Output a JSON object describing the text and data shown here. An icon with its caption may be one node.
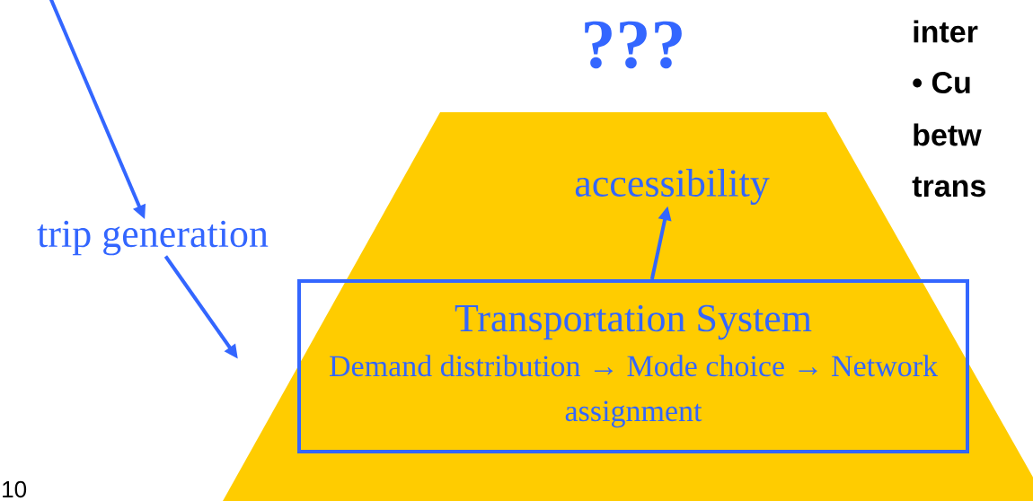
{
  "diagram": {
    "nodes": [
      {
        "text": [
          "trip generation"
        ]
      },
      {
        "text": [
          "accessibility"
        ]
      },
      {
        "text": [
          "Transportation System",
          "Demand distribution → Mode choice → Network assignment"
        ]
      }
    ],
    "edges": [
      {
        "from": null,
        "to": 0,
        "arrow": "to"
      },
      {
        "from": 0,
        "to": null,
        "arrow": "to"
      },
      {
        "from": 2,
        "to": 1,
        "arrow": "to"
      }
    ],
    "labels": [
      "???",
      "inter",
      "• Cu",
      "betw",
      "trans",
      "10"
    ]
  }
}
